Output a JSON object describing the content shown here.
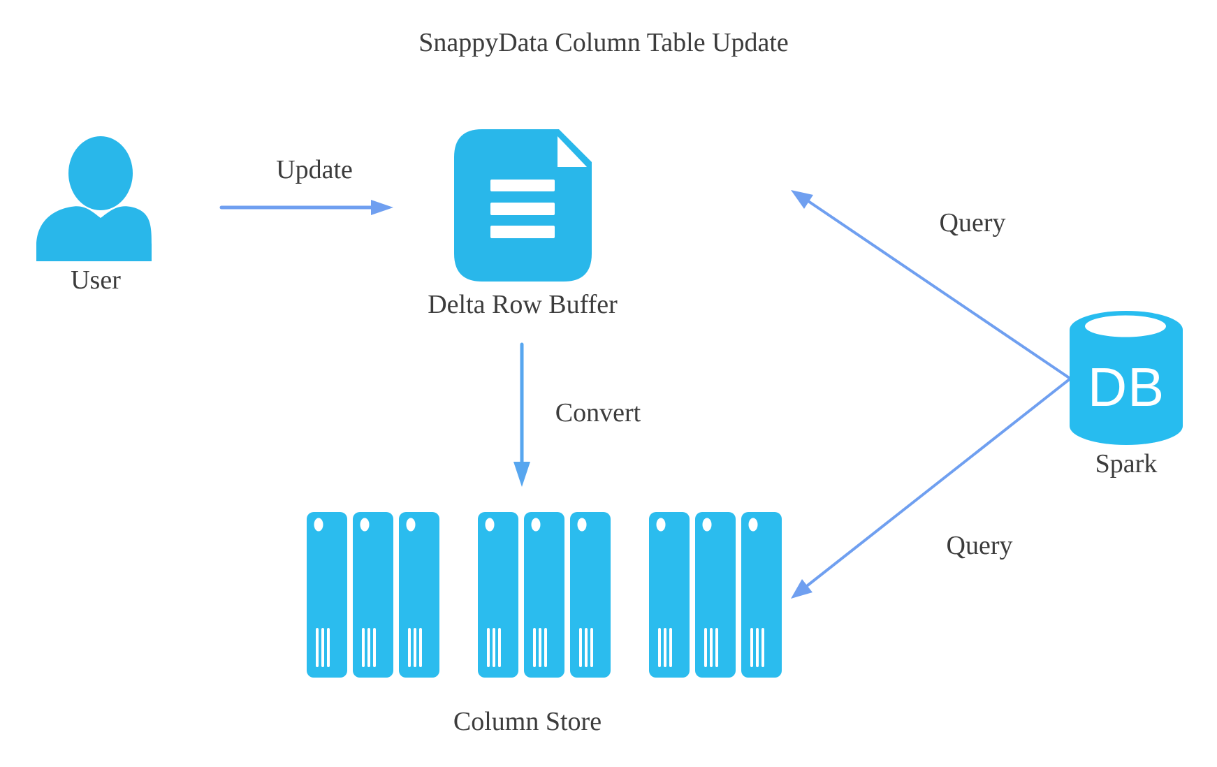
{
  "title": "SnappyData Column Table Update",
  "nodes": {
    "user": {
      "label": "User"
    },
    "delta_row_buffer": {
      "label": "Delta Row Buffer"
    },
    "column_store": {
      "label": "Column Store",
      "groups": 3,
      "columns_per_group": 3
    },
    "spark": {
      "label": "Spark",
      "db_badge": "DB"
    }
  },
  "edges": {
    "update": {
      "label": "Update",
      "from": "User",
      "to": "Delta Row Buffer"
    },
    "convert": {
      "label": "Convert",
      "from": "Delta Row Buffer",
      "to": "Column Store"
    },
    "query_buffer": {
      "label": "Query",
      "from": "Spark",
      "to": "Delta Row Buffer"
    },
    "query_store": {
      "label": "Query",
      "from": "Spark",
      "to": "Column Store"
    }
  },
  "colors": {
    "icon_cyan": "#29b7ea",
    "column_cyan": "#2bbcee",
    "arrow_blue": "#6f9ff0",
    "convert_arrow_blue": "#57a6ef",
    "text": "#3c3c3c"
  }
}
